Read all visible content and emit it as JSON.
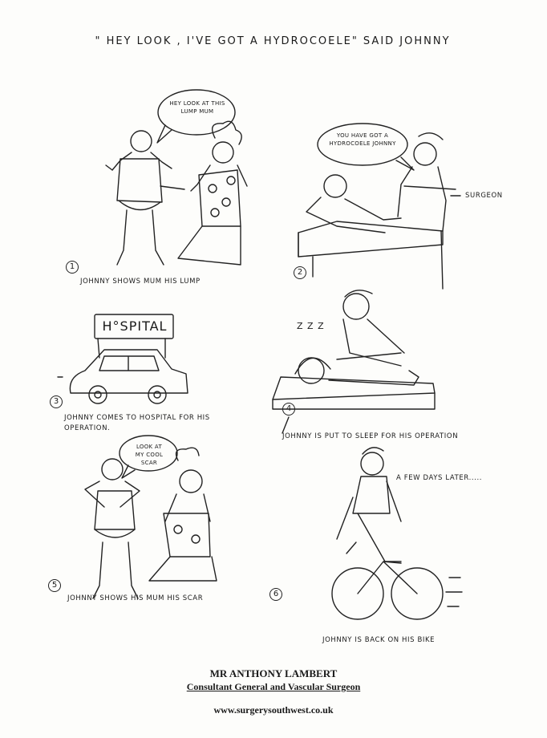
{
  "title": "\" HEY LOOK , I'VE GOT A HYDROCOELE\" SAID JOHNNY",
  "panels": [
    {
      "number": "1",
      "speech": "HEY LOOK AT THIS LUMP MUM",
      "caption": "JOHNNY SHOWS MUM HIS LUMP"
    },
    {
      "number": "2",
      "speech": "YOU HAVE GOT A HYDROCOELE JOHNNY",
      "label": "SURGEON"
    },
    {
      "number": "3",
      "sign": "H°SPITAL",
      "caption": "JOHNNY COMES TO HOSPITAL FOR HIS OPERATION."
    },
    {
      "number": "4",
      "sleep": "Z Z Z",
      "caption": "JOHNNY IS PUT TO SLEEP FOR HIS OPERATION"
    },
    {
      "number": "5",
      "speech": "LOOK AT MY COOL SCAR",
      "caption": "JOHNNY SHOWS HIS MUM HIS SCAR"
    },
    {
      "number": "6",
      "note": "A FEW DAYS LATER.....",
      "caption": "JOHNNY IS BACK ON HIS BIKE"
    }
  ],
  "footer": {
    "name": "MR ANTHONY LAMBERT",
    "role": "Consultant General and Vascular Surgeon",
    "website": "www.surgerysouthwest.co.uk"
  }
}
